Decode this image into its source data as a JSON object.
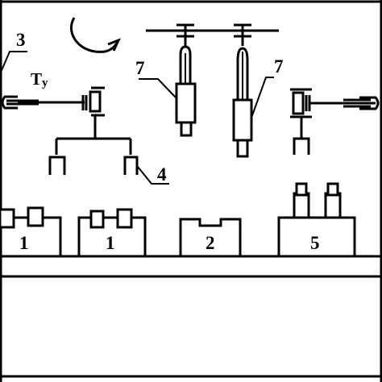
{
  "labels": {
    "gripper_3": "3",
    "torque_ty_main": "T",
    "torque_ty_sub": "y",
    "arm_7_left": "7",
    "arm_7_right": "7",
    "tool_4": "4",
    "station_1_a": "1",
    "station_1_b": "1",
    "station_2": "2",
    "station_5": "5"
  },
  "colors": {
    "stroke": "#000000",
    "background": "#ffffff"
  },
  "icons": {
    "rotation": "curved-arrow-icon"
  }
}
